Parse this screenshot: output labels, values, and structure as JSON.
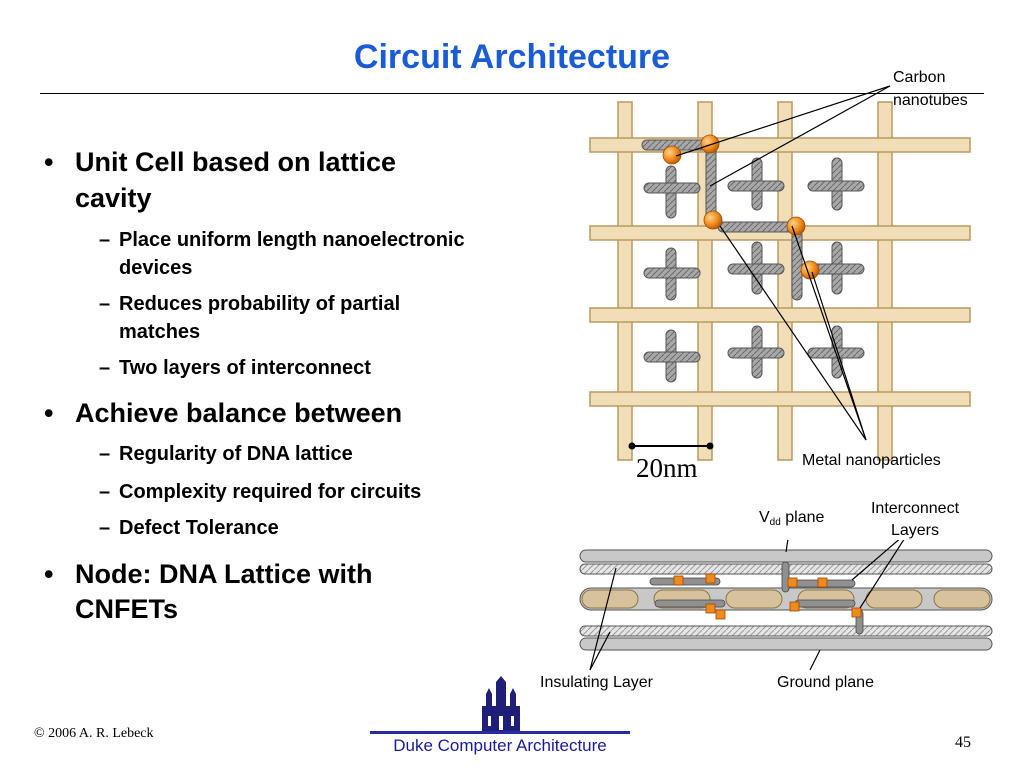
{
  "slide": {
    "title": "Circuit Architecture",
    "bullets": [
      {
        "text": "Unit Cell based on lattice cavity",
        "line1": "Unit Cell based on lattice",
        "line2": "cavity",
        "subs": [
          {
            "line1": "Place uniform length nanoelectronic",
            "line2": "devices"
          },
          {
            "line1": "Reduces probability of partial",
            "line2": "matches"
          },
          {
            "line1": "Two layers of interconnect"
          }
        ]
      },
      {
        "line1": "Achieve balance between",
        "subs": [
          {
            "line1": "Regularity of DNA lattice"
          },
          {
            "line1": "Complexity required for circuits"
          },
          {
            "line1": "Defect Tolerance"
          }
        ]
      },
      {
        "line1": "Node: DNA Lattice with",
        "line2": "CNFETs"
      }
    ],
    "bullet_symbol": "•",
    "dash_symbol": "–"
  },
  "lattice_figure": {
    "labels": {
      "carbon_line1": "Carbon",
      "carbon_line2": "nanotubes",
      "metal_nanoparticles": "Metal nanoparticles",
      "scale": "20nm"
    }
  },
  "layers_figure": {
    "labels": {
      "vdd_main": "V",
      "vdd_sub": "dd",
      "vdd_rest": " plane",
      "interconnect_line1": "Interconnect",
      "interconnect_line2": "Layers",
      "insulating": "Insulating Layer",
      "ground": "Ground plane"
    }
  },
  "footer": {
    "copyright": "© 2006 A. R. Lebeck",
    "org": "Duke Computer Architecture",
    "page": "45"
  },
  "colors": {
    "title": "#1a5bd6",
    "lattice_fill": "#f2deb6",
    "lattice_stroke": "#b89a62",
    "nanotube": "#8c8c8c",
    "particle": "#f08a1c",
    "footer_text": "#1a1a99"
  }
}
